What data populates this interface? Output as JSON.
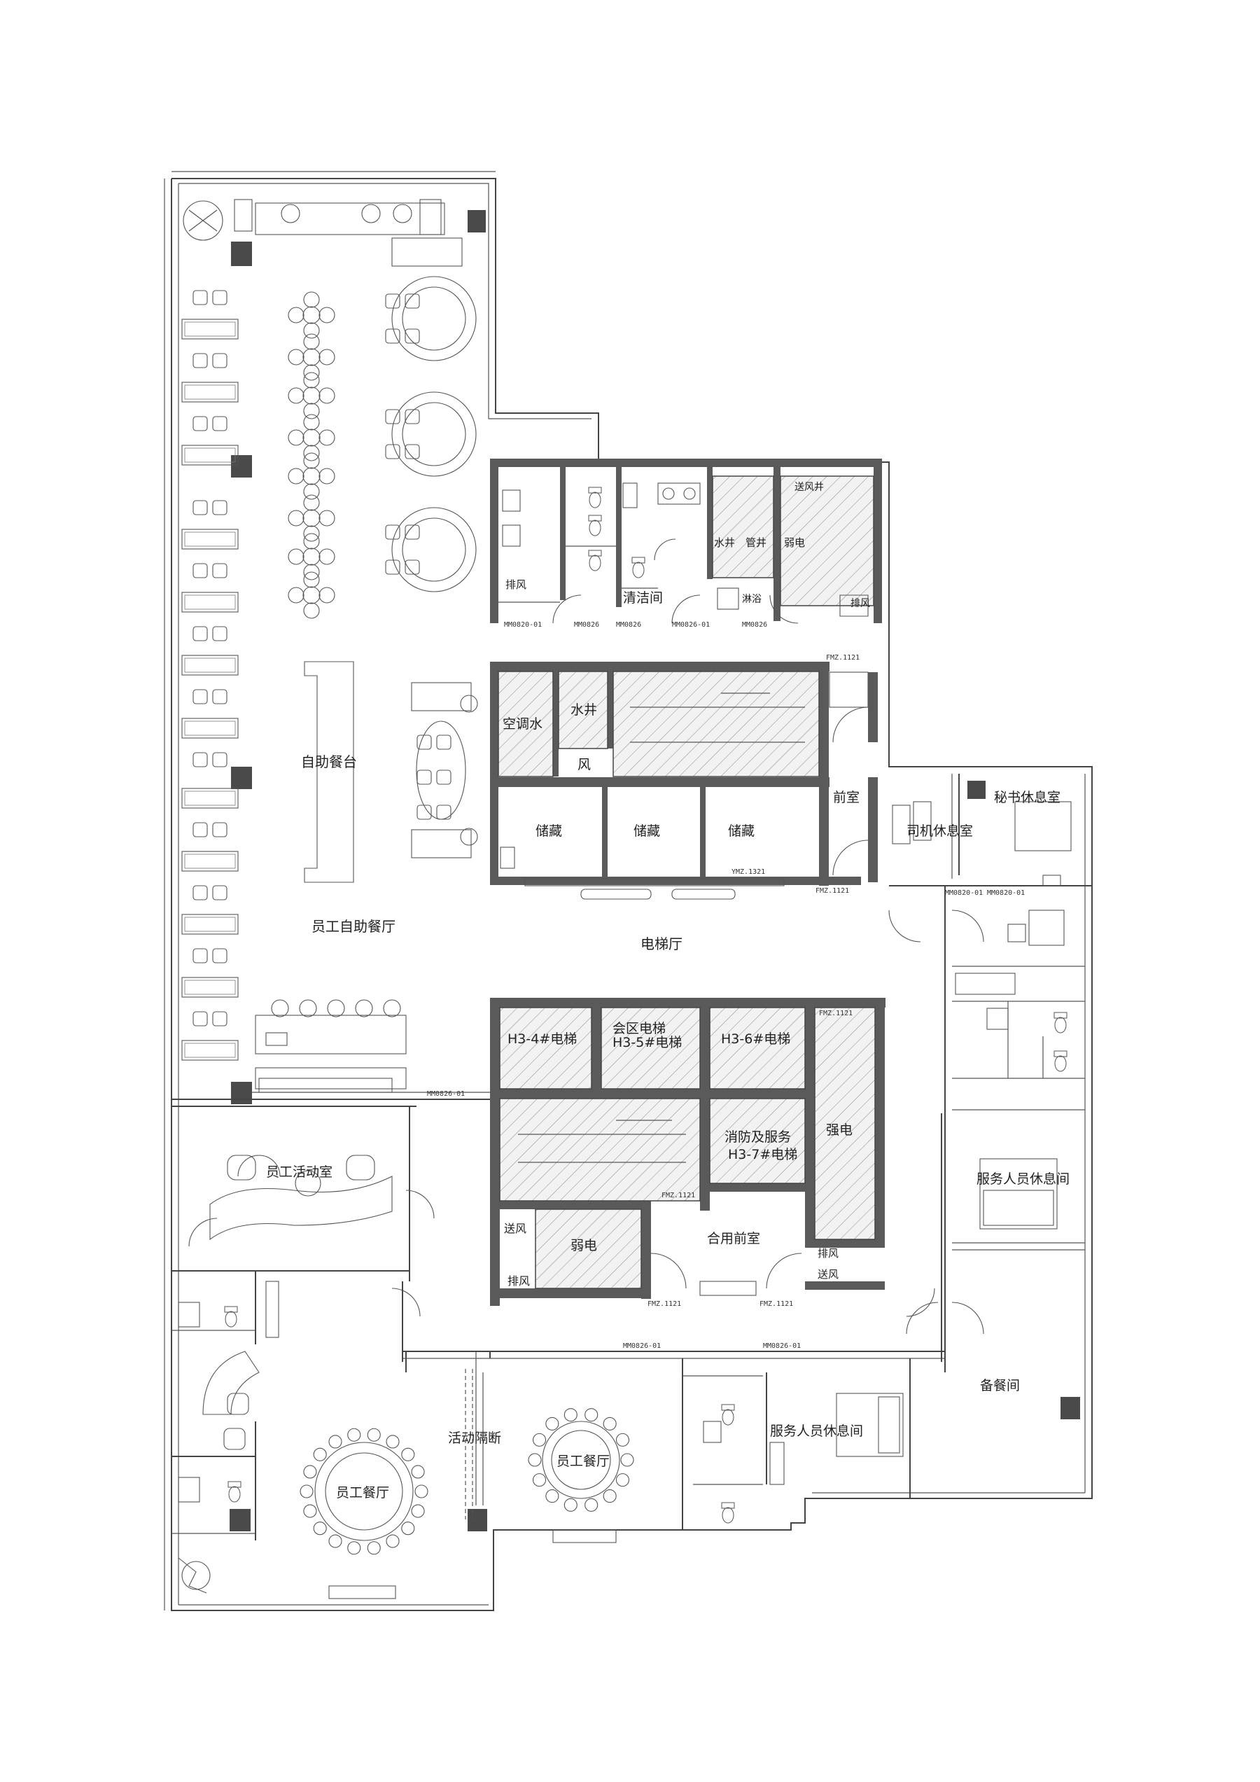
{
  "rooms": {
    "buffet_hall": "员工自助餐厅",
    "buffet_counter": "自助餐台",
    "elevator_hall": "电梯厅",
    "activity_room": "员工活动室",
    "staff_dining_1": "员工餐厅",
    "staff_dining_2": "员工餐厅",
    "movable_partition": "活动隔断",
    "backup_dining": "备餐间",
    "staff_rest_1": "服务人员休息间",
    "staff_rest_2": "服务人员休息间",
    "driver_rest": "司机休息室",
    "secretary_rest": "秘书休息室",
    "front_room": "前室",
    "combined_front": "合用前室",
    "hvac_water": "空调水",
    "water_well": "水井",
    "wind": "风",
    "storage_1": "储藏",
    "storage_2": "储藏",
    "storage_3": "储藏",
    "elevator_4": "H3-4#电梯",
    "elevator_5": "会区电梯\nH3-5#电梯",
    "elevator_6": "H3-6#电梯",
    "fire_elevator": "消防及服务\nH3-7#电梯",
    "strong_elec": "强电",
    "weak_elec": "弱电",
    "supply_air_1": "送风",
    "exhaust_1": "排风",
    "exhaust_2": "排风",
    "supply_air_2": "送风",
    "cleaning": "清洁间",
    "chair_room": "淋浴",
    "pipe_well": "管井"
  },
  "door_tags": {
    "fmz_top": "FMZ.1121",
    "ymz_mid": "YMZ.1321",
    "fmz_mid": "FMZ.1121",
    "fmz_core": "FMZ.1121",
    "fmz_low_left": "FMZ.1121",
    "fmz_low_right": "FMZ.1121",
    "fmz_lobby": "FMZ.1121",
    "mm_1": "MM0820-01",
    "mm_2": "MM0826-01",
    "mm_3": "MM0826-01",
    "mm_4": "MM0826-01",
    "mm_5": "MM0820-01"
  },
  "colors": {
    "wall": "#5a5a5a",
    "line": "#555555",
    "background": "#ffffff"
  }
}
